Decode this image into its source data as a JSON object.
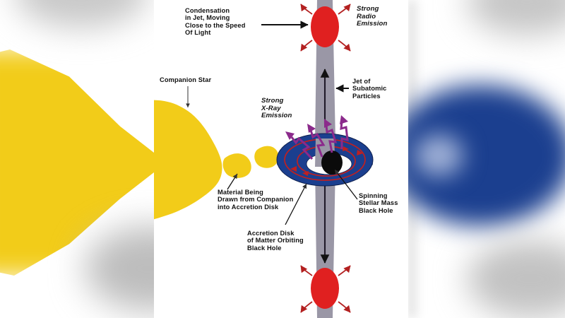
{
  "figure": {
    "subject": "Stellar mass black hole X-ray binary with relativistic jets",
    "colors": {
      "companion_star": "#F2CC19",
      "accretion_disk": "#1B3F8F",
      "black_hole": "#0B0B0B",
      "inner_region": "#FFFFFF",
      "jet": "#9A97A6",
      "condensation": "#E02020",
      "xray_arrow": "#8B2A8B",
      "orbit_arrow": "#C02020",
      "background": "#FFFFFF"
    }
  },
  "labels": {
    "condensation": "Condensation\nin Jet, Moving\nClose to the Speed\nOf Light",
    "condensation_lines": [
      "Condensation",
      "in Jet, Moving",
      "Close to the Speed",
      "Of Light"
    ],
    "strong_radio": [
      "Strong",
      "Radio",
      "Emission"
    ],
    "jet_of": [
      "Jet of",
      "Subatomic",
      "Particles"
    ],
    "companion_star": "Companion Star",
    "strong_xray": [
      "Strong",
      "X-Ray",
      "Emission"
    ],
    "material_drawn": [
      "Material Being",
      "Drawn from Companion",
      "into Accretion Disk"
    ],
    "accretion_disk": [
      "Accretion Disk",
      "of Matter Orbiting",
      "Black Hole"
    ],
    "spinning_bh": [
      "Spinning",
      "Stellar Mass",
      "Black Hole"
    ]
  },
  "elements": {
    "upper_condensation": "condensation-blob-upper",
    "lower_condensation": "condensation-blob-lower",
    "upper_jet": "jet-column-upper",
    "lower_jet": "jet-column-lower",
    "disk": "accretion-disk",
    "black_hole": "black-hole",
    "star": "companion-star",
    "stream": "accretion-stream"
  }
}
